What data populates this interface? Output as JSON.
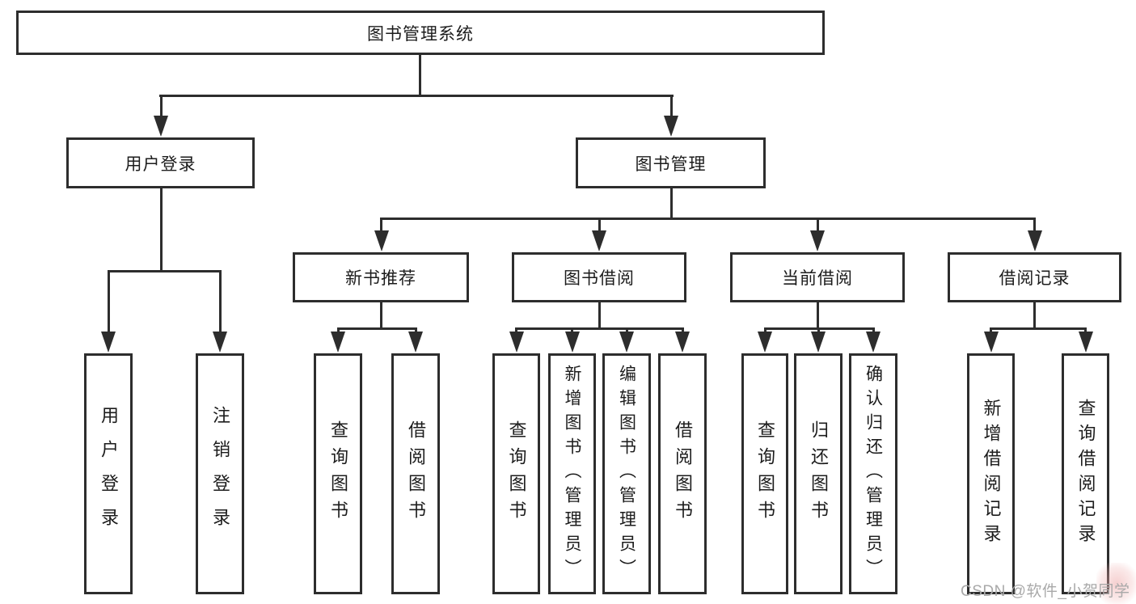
{
  "diagram": {
    "root": {
      "label": "图书管理系统"
    },
    "level2": [
      {
        "label": "用户登录"
      },
      {
        "label": "图书管理"
      }
    ],
    "level3": [
      {
        "label": "新书推荐"
      },
      {
        "label": "图书借阅"
      },
      {
        "label": "当前借阅"
      },
      {
        "label": "借阅记录"
      }
    ],
    "leaves": {
      "user_login": [
        {
          "label": "用户登录"
        },
        {
          "label": "注销登录"
        }
      ],
      "new_books": [
        {
          "label": "查询图书"
        },
        {
          "label": "借阅图书"
        }
      ],
      "book_borrow": [
        {
          "label": "查询图书"
        },
        {
          "label": "新增图书（管理员）"
        },
        {
          "label": "编辑图书（管理员）"
        },
        {
          "label": "借阅图书"
        }
      ],
      "current_borrow": [
        {
          "label": "查询图书"
        },
        {
          "label": "归还图书"
        },
        {
          "label": "确认归还（管理员）"
        }
      ],
      "borrow_records": [
        {
          "label": "新增借阅记录"
        },
        {
          "label": "查询借阅记录"
        }
      ]
    }
  },
  "watermark": {
    "text": "CSDN @软件_小贺同学"
  },
  "colors": {
    "line": "#2d2d2d",
    "text": "#1c1c1c",
    "background": "#ffffff",
    "watermark_text": "#a9a9a9",
    "watermark_accent": "#eeaaaa"
  }
}
